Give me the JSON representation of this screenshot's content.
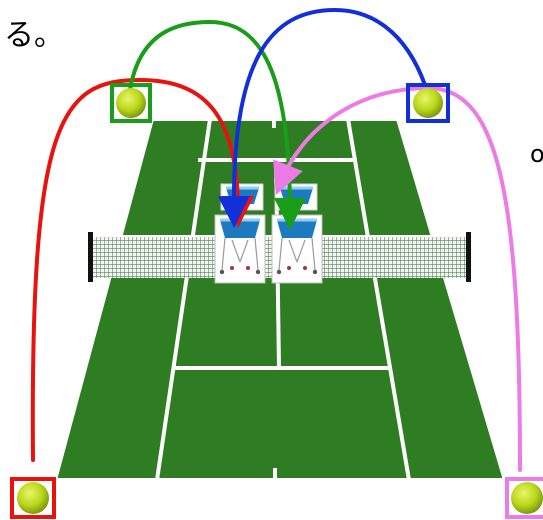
{
  "caption": {
    "top_left_text": "る。",
    "right_edge_text": "o"
  },
  "colors": {
    "court_green": "#2f7d22",
    "court_lines": "#ffffff",
    "red_path": "#e8130f",
    "green_path": "#1a9e1a",
    "blue_path": "#1330d8",
    "pink_path": "#ee7ae6",
    "ball": "#b9d61a"
  },
  "balls": [
    {
      "id": "top-left",
      "frame_color": "green"
    },
    {
      "id": "top-right",
      "frame_color": "blue"
    },
    {
      "id": "bottom-left",
      "frame_color": "red"
    },
    {
      "id": "bottom-right",
      "frame_color": "pink"
    }
  ],
  "paths": [
    {
      "from": "bottom-left",
      "to": "front-left-basket",
      "color": "red"
    },
    {
      "from": "top-left",
      "to": "front-right-basket",
      "color": "green"
    },
    {
      "from": "top-right",
      "to": "front-left-basket",
      "color": "blue"
    },
    {
      "from": "bottom-right",
      "to": "back-right-basket",
      "color": "pink"
    }
  ],
  "baskets": [
    {
      "id": "back-left-basket"
    },
    {
      "id": "back-right-basket"
    },
    {
      "id": "front-left-basket"
    },
    {
      "id": "front-right-basket"
    }
  ]
}
